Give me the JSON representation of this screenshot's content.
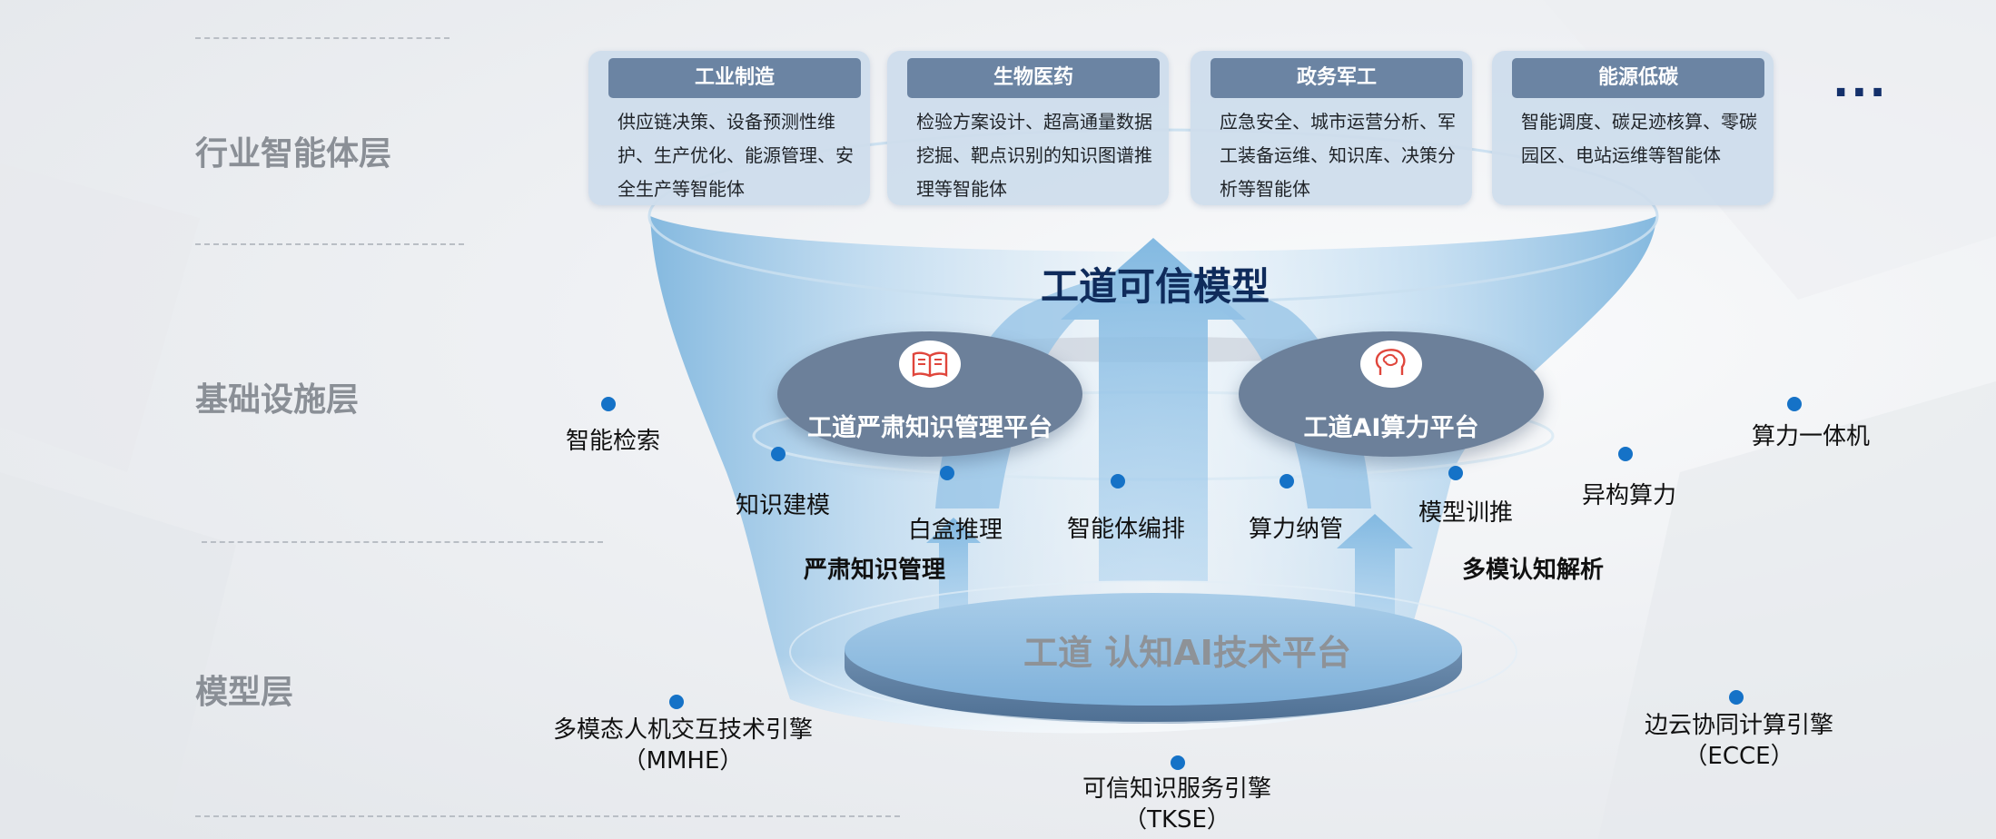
{
  "layers": {
    "industry": "行业智能体层",
    "infrastructure": "基础设施层",
    "model": "模型层"
  },
  "cards": [
    {
      "title": "工业制造",
      "desc": "供应链决策、设备预测性维护、生产优化、能源管理、安全生产等智能体"
    },
    {
      "title": "生物医药",
      "desc": "检验方案设计、超高通量数据挖掘、靶点识别的知识图谱推理等智能体"
    },
    {
      "title": "政务军工",
      "desc": "应急安全、城市运营分析、军工装备运维、知识库、决策分析等智能体"
    },
    {
      "title": "能源低碳",
      "desc": "智能调度、碳足迹核算、零碳园区、电站运维等智能体"
    }
  ],
  "more": "...",
  "main_title": "工道可信模型",
  "platforms": {
    "left": "工道严肃知识管理平台",
    "right": "工道AI算力平台"
  },
  "base_title": "工道 认知AI技术平台",
  "features": {
    "intelligent_search": "智能检索",
    "knowledge_modeling": "知识建模",
    "whitebox_reasoning": "白盒推理",
    "agent_orchestration": "智能体编排",
    "compute_management": "算力纳管",
    "model_training": "模型训推",
    "heterogeneous_compute": "异构算力",
    "compute_appliance": "算力一体机",
    "serious_knowledge": "严肃知识管理",
    "multimodal_parsing": "多模认知解析"
  },
  "engines": {
    "mmhe_name": "多模态人机交互技术引擎",
    "mmhe_abbr": "（MMHE）",
    "tkse_name": "可信知识服务引擎",
    "tkse_abbr": "（TKSE）",
    "ecce_name": "边云协同计算引擎",
    "ecce_abbr": "（ECCE）"
  },
  "icons": {
    "left_platform": "book-icon",
    "right_platform": "brain-head-icon"
  },
  "colors": {
    "card_header": "#6b84a3",
    "card_bg": "#cddcec",
    "platform": "#6c809a",
    "dot": "#1572c7",
    "title": "#0f2b5b",
    "icon_red": "#e0463c"
  }
}
